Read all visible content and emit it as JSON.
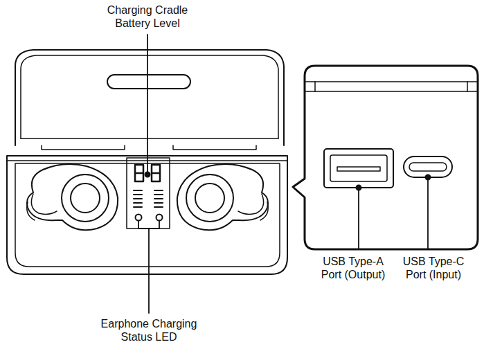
{
  "diagram": {
    "labels": [
      "Charging Cradle Battery Level",
      "Earphone Charging Status LED",
      "USB Type-A Port (Output)",
      "USB Type-C Port (Input)"
    ]
  }
}
